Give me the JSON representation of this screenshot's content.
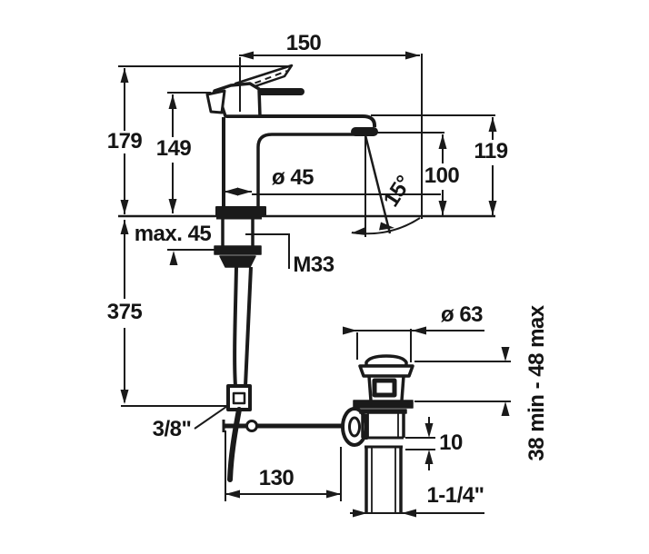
{
  "drawing": {
    "subject": "single-lever basin mixer faucet with pop-up waste, dimensioned technical drawing",
    "background": "#ffffff",
    "line_color": "#1a1a1a"
  },
  "dimensions": {
    "spout_reach": "150",
    "total_height": "179",
    "body_height": "149",
    "body_diameter": "ø 45",
    "outlet_height": "100",
    "spout_top_height": "119",
    "spray_angle": "15°",
    "max_deck_thickness": "max. 45",
    "body_thread": "M33",
    "hose_length": "375",
    "waste_flange_diameter": "ø 63",
    "waste_deck_range": "38 min - 48 max",
    "supply_connection": "3/8\"",
    "rod_length": "130",
    "collar_height": "10",
    "waste_outlet_thread": "1-1/4\""
  }
}
